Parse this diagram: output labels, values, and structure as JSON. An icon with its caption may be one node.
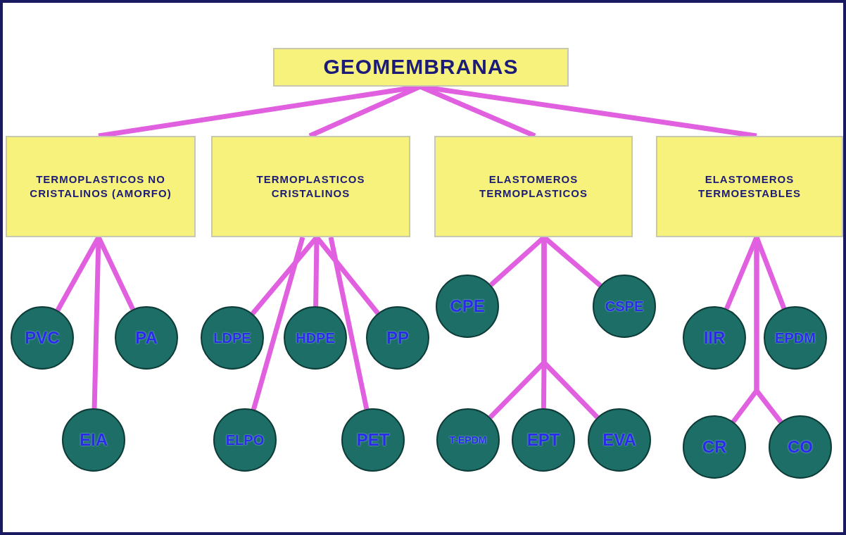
{
  "diagram": {
    "nodes": [
      {
        "text": [
          "GEOMEMBRANAS"
        ]
      },
      {
        "text": [
          "TERMOPLASTICOS NO CRISTALINOS (AMORFO)"
        ]
      },
      {
        "text": [
          "TERMOPLASTICOS CRISTALINOS"
        ]
      },
      {
        "text": [
          "ELASTOMEROS TERMOPLASTICOS"
        ]
      },
      {
        "text": [
          "ELASTOMEROS TERMOESTABLES"
        ]
      },
      {
        "text": [
          "PVC"
        ]
      },
      {
        "text": [
          "PA"
        ]
      },
      {
        "text": [
          "EIA"
        ]
      },
      {
        "text": [
          "LDPE"
        ]
      },
      {
        "text": [
          "HDPE"
        ]
      },
      {
        "text": [
          "PP"
        ]
      },
      {
        "text": [
          "ELPO"
        ]
      },
      {
        "text": [
          "PET"
        ]
      },
      {
        "text": [
          "CPE"
        ]
      },
      {
        "text": [
          "CSPE"
        ]
      },
      {
        "text": [
          "T-EPDM"
        ]
      },
      {
        "text": [
          "EPT"
        ]
      },
      {
        "text": [
          "EVA"
        ]
      },
      {
        "text": [
          "IIR"
        ]
      },
      {
        "text": [
          "EPDM"
        ]
      },
      {
        "text": [
          "CR"
        ]
      },
      {
        "text": [
          "CO"
        ]
      }
    ],
    "edges": [
      {
        "from": 0,
        "to": 1,
        "arrow": "none"
      },
      {
        "from": 0,
        "to": 2,
        "arrow": "none"
      },
      {
        "from": 0,
        "to": 3,
        "arrow": "none"
      },
      {
        "from": 0,
        "to": 4,
        "arrow": "none"
      },
      {
        "from": 1,
        "to": 5,
        "arrow": "none"
      },
      {
        "from": 1,
        "to": 6,
        "arrow": "none"
      },
      {
        "from": 1,
        "to": 7,
        "arrow": "none"
      },
      {
        "from": 2,
        "to": 8,
        "arrow": "none"
      },
      {
        "from": 2,
        "to": 9,
        "arrow": "none"
      },
      {
        "from": 2,
        "to": 10,
        "arrow": "none"
      },
      {
        "from": 2,
        "to": 11,
        "arrow": "none"
      },
      {
        "from": 2,
        "to": 12,
        "arrow": "none"
      },
      {
        "from": 3,
        "to": 13,
        "arrow": "none"
      },
      {
        "from": 3,
        "to": 14,
        "arrow": "none"
      },
      {
        "from": 3,
        "to": 15,
        "arrow": "none"
      },
      {
        "from": 3,
        "to": 16,
        "arrow": "none"
      },
      {
        "from": 3,
        "to": 17,
        "arrow": "none"
      },
      {
        "from": 4,
        "to": 18,
        "arrow": "none"
      },
      {
        "from": 4,
        "to": 19,
        "arrow": "none"
      },
      {
        "from": 4,
        "to": 20,
        "arrow": "none"
      },
      {
        "from": 4,
        "to": 21,
        "arrow": "none"
      }
    ]
  }
}
